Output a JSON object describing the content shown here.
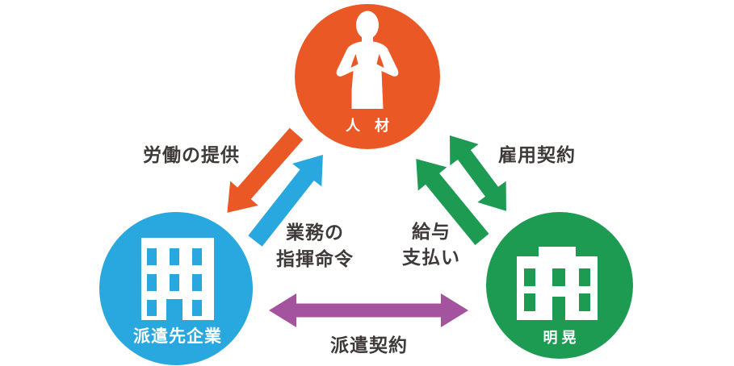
{
  "colors": {
    "orange": "#EA5826",
    "blue": "#29A7DF",
    "green": "#1E9B52",
    "purple": "#A4549E",
    "text": "#3E3A39",
    "white": "#FFFFFF"
  },
  "nodes": {
    "person": {
      "label": "人　材"
    },
    "client": {
      "label": "派遣先企業"
    },
    "company": {
      "label": "明 晃"
    }
  },
  "edges": {
    "labor_provision": {
      "label": "労働の提供"
    },
    "work_direction": {
      "line1": "業務の",
      "line2": "指揮命令"
    },
    "salary_payment": {
      "line1": "給与",
      "line2": "支払い"
    },
    "employment_contract": {
      "label": "雇用契約"
    },
    "dispatch_contract": {
      "label": "派遣契約"
    }
  }
}
